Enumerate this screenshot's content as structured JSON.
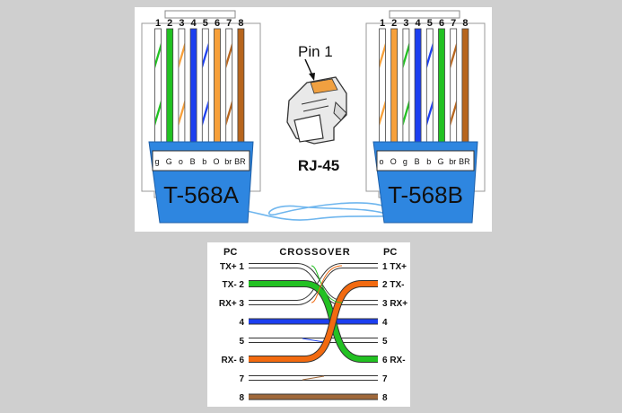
{
  "connectors": {
    "left": {
      "standard": "T-568A",
      "pin_numbers": [
        "1",
        "2",
        "3",
        "4",
        "5",
        "6",
        "7",
        "8"
      ],
      "wire_codes": [
        "g",
        "G",
        "o",
        "B",
        "b",
        "O",
        "br",
        "BR"
      ],
      "wires": [
        {
          "base": "#ffffff",
          "stripe": "#22c122"
        },
        {
          "base": "#22c122",
          "stripe": null
        },
        {
          "base": "#ffffff",
          "stripe": "#f7a03a"
        },
        {
          "base": "#1c3ff0",
          "stripe": null
        },
        {
          "base": "#ffffff",
          "stripe": "#1c3ff0"
        },
        {
          "base": "#f7a03a",
          "stripe": null
        },
        {
          "base": "#ffffff",
          "stripe": "#b7651d"
        },
        {
          "base": "#b7651d",
          "stripe": null
        }
      ]
    },
    "right": {
      "standard": "T-568B",
      "pin_numbers": [
        "1",
        "2",
        "3",
        "4",
        "5",
        "6",
        "7",
        "8"
      ],
      "wire_codes": [
        "o",
        "O",
        "g",
        "B",
        "b",
        "G",
        "br",
        "BR"
      ],
      "wires": [
        {
          "base": "#ffffff",
          "stripe": "#f7a03a"
        },
        {
          "base": "#f7a03a",
          "stripe": null
        },
        {
          "base": "#ffffff",
          "stripe": "#22c122"
        },
        {
          "base": "#1c3ff0",
          "stripe": null
        },
        {
          "base": "#ffffff",
          "stripe": "#1c3ff0"
        },
        {
          "base": "#22c122",
          "stripe": null
        },
        {
          "base": "#ffffff",
          "stripe": "#b7651d"
        },
        {
          "base": "#b7651d",
          "stripe": null
        }
      ]
    }
  },
  "plug": {
    "pin_label": "Pin 1",
    "name": "RJ-45"
  },
  "crossover": {
    "title": "CROSSOVER",
    "left_header": "PC",
    "right_header": "PC",
    "left_pins": [
      {
        "num": "1",
        "signal": "TX+"
      },
      {
        "num": "2",
        "signal": "TX-"
      },
      {
        "num": "3",
        "signal": "RX+"
      },
      {
        "num": "4",
        "signal": ""
      },
      {
        "num": "5",
        "signal": ""
      },
      {
        "num": "6",
        "signal": "RX-"
      },
      {
        "num": "7",
        "signal": ""
      },
      {
        "num": "8",
        "signal": ""
      }
    ],
    "right_pins": [
      {
        "num": "1",
        "signal": "TX+"
      },
      {
        "num": "2",
        "signal": "TX-"
      },
      {
        "num": "3",
        "signal": "RX+"
      },
      {
        "num": "4",
        "signal": ""
      },
      {
        "num": "5",
        "signal": ""
      },
      {
        "num": "6",
        "signal": "RX-"
      },
      {
        "num": "7",
        "signal": ""
      },
      {
        "num": "8",
        "signal": ""
      }
    ]
  },
  "colors": {
    "connector_blue": "#2e86e0",
    "green": "#22c122",
    "orange": "#f26a10",
    "blue": "#1c3ff0",
    "brown": "#a0683a"
  }
}
